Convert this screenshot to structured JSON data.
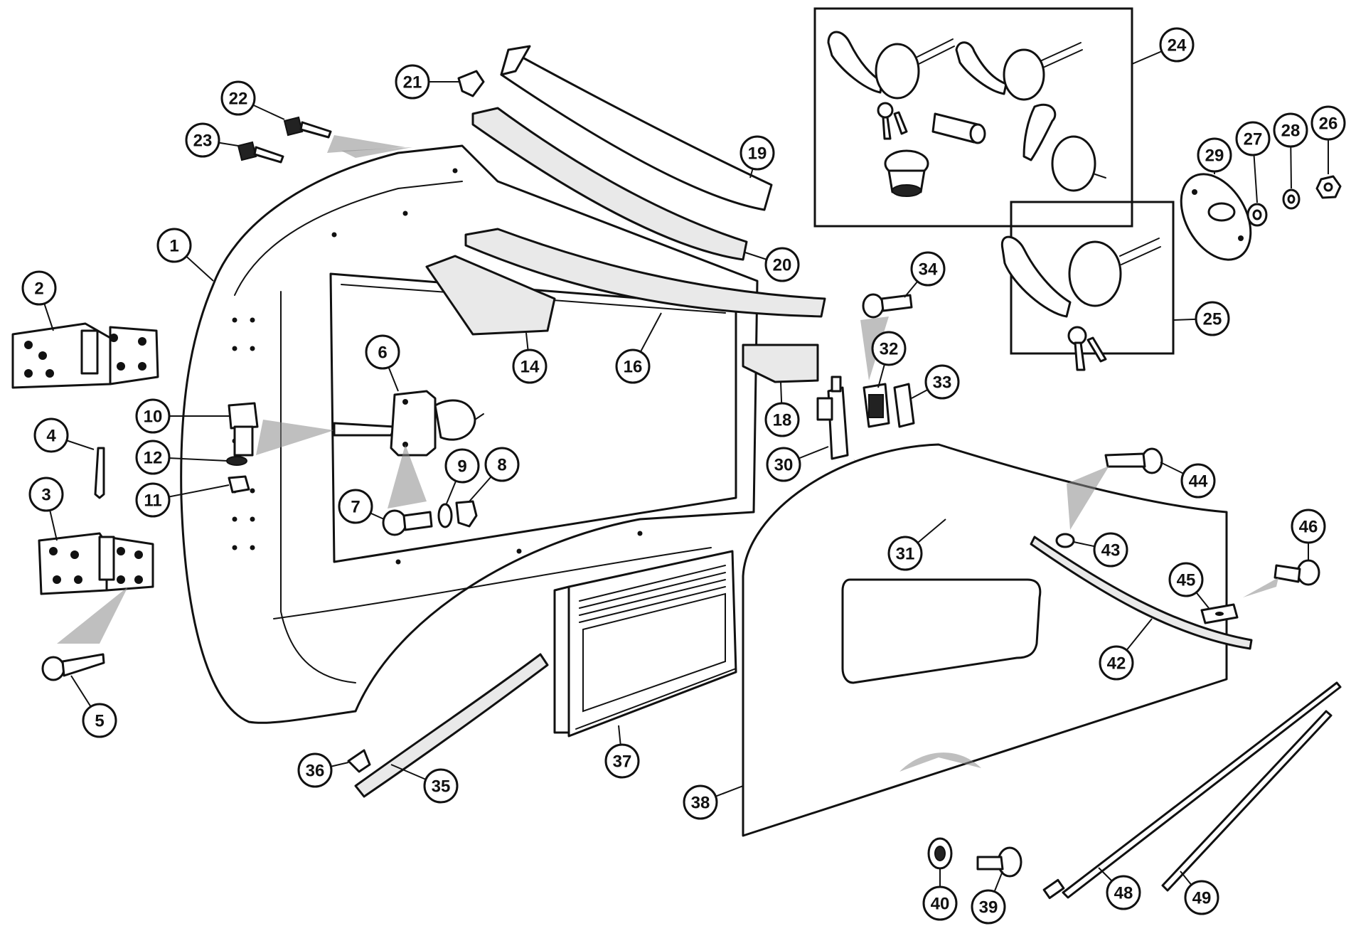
{
  "callouts": [
    "1",
    "2",
    "3",
    "4",
    "5",
    "6",
    "7",
    "8",
    "9",
    "10",
    "11",
    "12",
    "14",
    "16",
    "18",
    "19",
    "20",
    "21",
    "22",
    "23",
    "24",
    "25",
    "26",
    "27",
    "28",
    "29",
    "30",
    "31",
    "32",
    "33",
    "34",
    "35",
    "36",
    "37",
    "38",
    "39",
    "40",
    "42",
    "43",
    "44",
    "45",
    "46",
    "48",
    "49"
  ]
}
